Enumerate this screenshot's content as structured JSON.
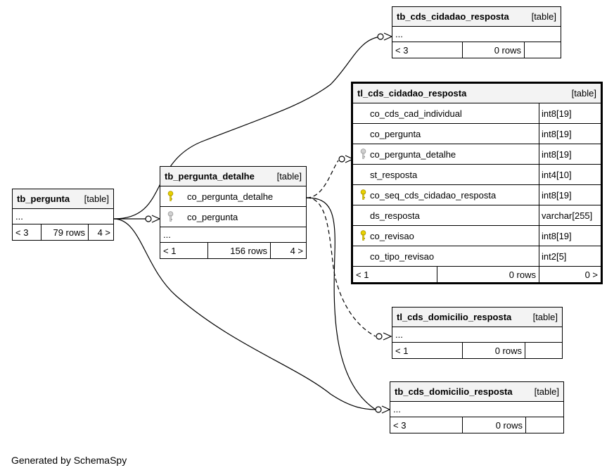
{
  "diagram": {
    "credit": "Generated by SchemaSpy",
    "tables": {
      "tb_pergunta": {
        "name": "tb_pergunta",
        "tag": "[table]",
        "ellipsis": "...",
        "footer": [
          "< 3",
          "79 rows",
          "4 >"
        ]
      },
      "tb_pergunta_detalhe": {
        "name": "tb_pergunta_detalhe",
        "tag": "[table]",
        "columns": [
          {
            "name": "co_pergunta_detalhe",
            "key": "primary"
          },
          {
            "name": "co_pergunta",
            "key": "foreign"
          }
        ],
        "ellipsis": "...",
        "footer": [
          "< 1",
          "156 rows",
          "4 >"
        ]
      },
      "tb_cds_cidadao_resposta": {
        "name": "tb_cds_cidadao_resposta",
        "tag": "[table]",
        "ellipsis": "...",
        "footer": [
          "< 3",
          "0 rows",
          ""
        ]
      },
      "tl_cds_cidadao_resposta": {
        "name": "tl_cds_cidadao_resposta",
        "tag": "[table]",
        "columns": [
          {
            "name": "co_cds_cad_individual",
            "type": "int8[19]",
            "key": "none"
          },
          {
            "name": "co_pergunta",
            "type": "int8[19]",
            "key": "none"
          },
          {
            "name": "co_pergunta_detalhe",
            "type": "int8[19]",
            "key": "foreign"
          },
          {
            "name": "st_resposta",
            "type": "int4[10]",
            "key": "none"
          },
          {
            "name": "co_seq_cds_cidadao_resposta",
            "type": "int8[19]",
            "key": "primary"
          },
          {
            "name": "ds_resposta",
            "type": "varchar[255]",
            "key": "none"
          },
          {
            "name": "co_revisao",
            "type": "int8[19]",
            "key": "primary"
          },
          {
            "name": "co_tipo_revisao",
            "type": "int2[5]",
            "key": "none"
          }
        ],
        "footer": [
          "< 1",
          "0 rows",
          "0 >"
        ]
      },
      "tl_cds_domicilio_resposta": {
        "name": "tl_cds_domicilio_resposta",
        "tag": "[table]",
        "ellipsis": "...",
        "footer": [
          "< 1",
          "0 rows",
          ""
        ]
      },
      "tb_cds_domicilio_resposta": {
        "name": "tb_cds_domicilio_resposta",
        "tag": "[table]",
        "ellipsis": "...",
        "footer": [
          "< 3",
          "0 rows",
          ""
        ]
      }
    },
    "relationships": [
      {
        "from": "tb_pergunta",
        "to": "tb_cds_cidadao_resposta",
        "style": "solid"
      },
      {
        "from": "tb_pergunta",
        "to": "tb_pergunta_detalhe",
        "style": "solid"
      },
      {
        "from": "tb_pergunta",
        "to": "tb_cds_domicilio_resposta",
        "style": "solid"
      },
      {
        "from": "tb_pergunta_detalhe",
        "to": "tl_cds_cidadao_resposta",
        "style": "dashed"
      },
      {
        "from": "tb_pergunta_detalhe",
        "to": "tl_cds_domicilio_resposta",
        "style": "dashed"
      },
      {
        "from": "tb_pergunta_detalhe",
        "to": "tb_cds_domicilio_resposta",
        "style": "solid"
      }
    ],
    "colors": {
      "primary_key": "#e8d000",
      "foreign_key": "#b8b8b8",
      "header_bg": "#f3f3f3",
      "line": "#000000"
    }
  }
}
